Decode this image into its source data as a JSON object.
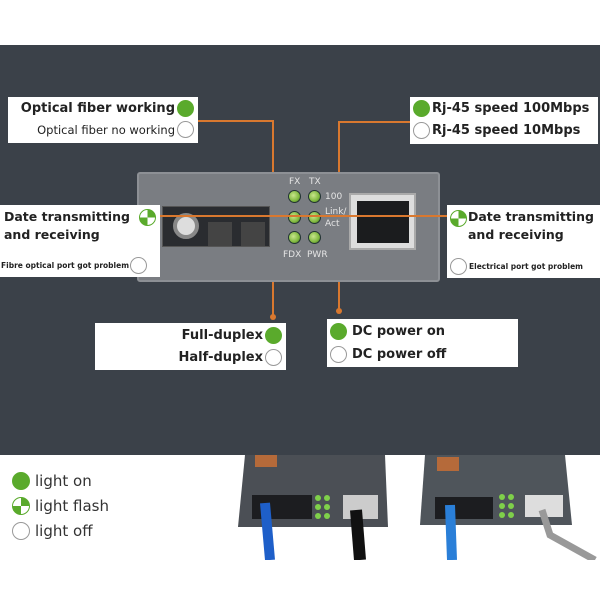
{
  "top_left": {
    "fiber_working": "Optical fiber working",
    "fiber_not_working": "Optical fiber no working"
  },
  "top_right": {
    "speed_100": "Rj-45 speed 100Mbps",
    "speed_10": "Rj-45 speed 10Mbps"
  },
  "mid_left": {
    "line1": "Date transmitting",
    "line2": "and receiving",
    "problem": "Fibre optical port got problem"
  },
  "mid_right": {
    "line1": "Date transmitting",
    "line2": "and receiving",
    "problem": "Electrical port got problem"
  },
  "bottom_left": {
    "full": "Full-duplex",
    "half": "Half-duplex"
  },
  "bottom_right": {
    "on": "DC power on",
    "off": "DC power off"
  },
  "device": {
    "fx": "FX",
    "tx": "TX",
    "speed": "100",
    "link": "Link/",
    "act": "Act",
    "fdx": "FDX",
    "pwr": "PWR"
  },
  "legend": {
    "on": "light on",
    "flash": "light flash",
    "off": "light off"
  },
  "colors": {
    "panel": "#3b4149",
    "green": "#5aaa2c",
    "line": "#d9782f"
  }
}
